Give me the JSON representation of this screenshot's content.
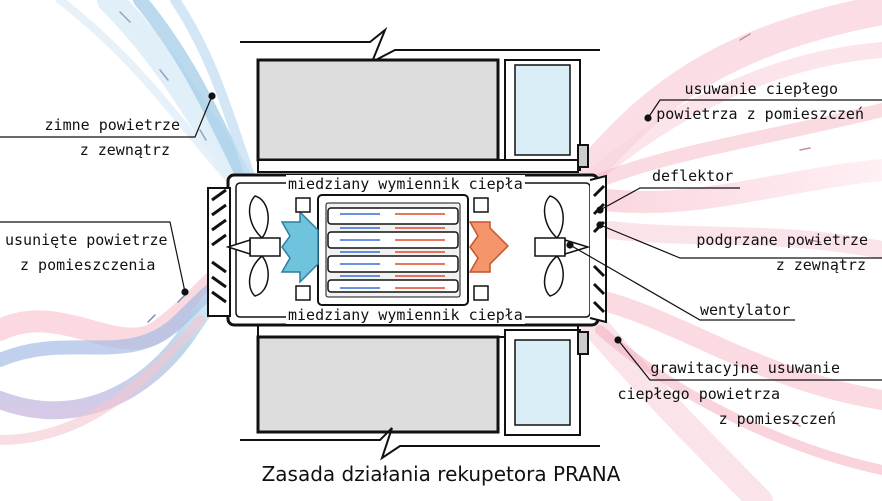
{
  "labels": {
    "cold_air_line1": "zimne powietrze",
    "cold_air_line2": "z zewnątrz",
    "removed_air_line1": "usunięte powietrze",
    "removed_air_line2": "z pomieszczenia",
    "warm_removal_line1": "usuwanie ciepłego",
    "warm_removal_line2": "powietrza z pomieszczeń",
    "deflector": "deflektor",
    "heated_air_line1": "podgrzane powietrze",
    "heated_air_line2": "z zewnątrz",
    "fan": "wentylator",
    "gravity_line1": "grawitacyjne usuwanie",
    "gravity_line2": "ciepłego powietrza",
    "gravity_line3": "z pomieszczeń",
    "heat_exchanger_top": "miedziany wymiennik ciepła",
    "heat_exchanger_bottom": "miedziany wymiennik ciepła"
  },
  "caption": "Zasada działania rekupetora PRANA",
  "colors": {
    "cold": "#6fc3dc",
    "warm": "#f4956b",
    "flow_cold": "#9cc4e6",
    "flow_warm": "#f6a8b8"
  }
}
